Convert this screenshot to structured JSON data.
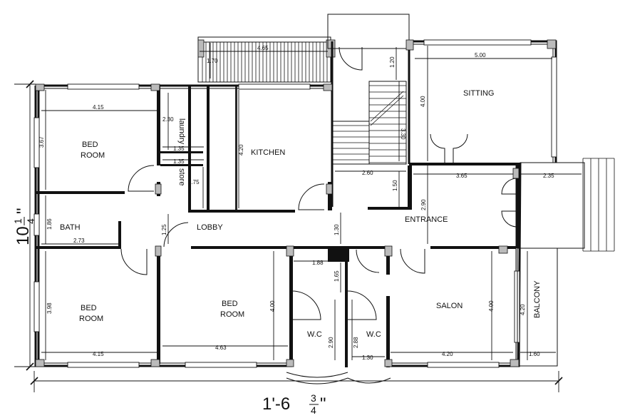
{
  "rooms": {
    "bed_room_1": [
      "BED",
      "ROOM"
    ],
    "bath": "BATH",
    "bed_room_2": [
      "BED",
      "ROOM"
    ],
    "bed_room_3": [
      "BED",
      "ROOM"
    ],
    "laundry": "laundry",
    "store": "store",
    "kitchen": "KITCHEN",
    "lobby": "LOBBY",
    "sitting": "SITTING",
    "entrance": "ENTRANCE",
    "salon": "SALON",
    "wc_1": "W.C",
    "wc_2": "W.C",
    "balcony": "BALCONY"
  },
  "dimensions": {
    "d_465": "4.65",
    "d_170": "1.70",
    "d_120": "1.20",
    "d_500": "5.00",
    "d_415_top": "4.15",
    "d_367": "3.67",
    "d_230": "2.30",
    "d_135a": "1.35",
    "d_135b": "1.35",
    "d_175": "1.75",
    "d_420_kitchen": "4.20",
    "d_400_sitting": "4.00",
    "d_330": "3.30",
    "d_260": "2.60",
    "d_150": "1.50",
    "d_365": "3.65",
    "d_290_entrance": "2.90",
    "d_235": "2.35",
    "d_186": "1.86",
    "d_273": "2.73",
    "d_125": "1.25",
    "d_130_lobby": "1.30",
    "d_188": "1.88",
    "d_165": "1.65",
    "d_398": "3.98",
    "d_400_bed": "4.00",
    "d_400_salon": "4.00",
    "d_420_balcony": "4.20",
    "d_290_wc": "2.90",
    "d_288": "2.88",
    "d_130_wc": "1.30",
    "d_415_bottom": "4.15",
    "d_463": "4.63",
    "d_420_salon": "4.20",
    "d_160": "1.60"
  },
  "overall": {
    "height_whole": "10",
    "height_num": "1",
    "height_den": "4",
    "height_mark": "\"",
    "width_prefix": "1'-6",
    "width_num": "3",
    "width_den": "4",
    "width_mark": "\""
  }
}
